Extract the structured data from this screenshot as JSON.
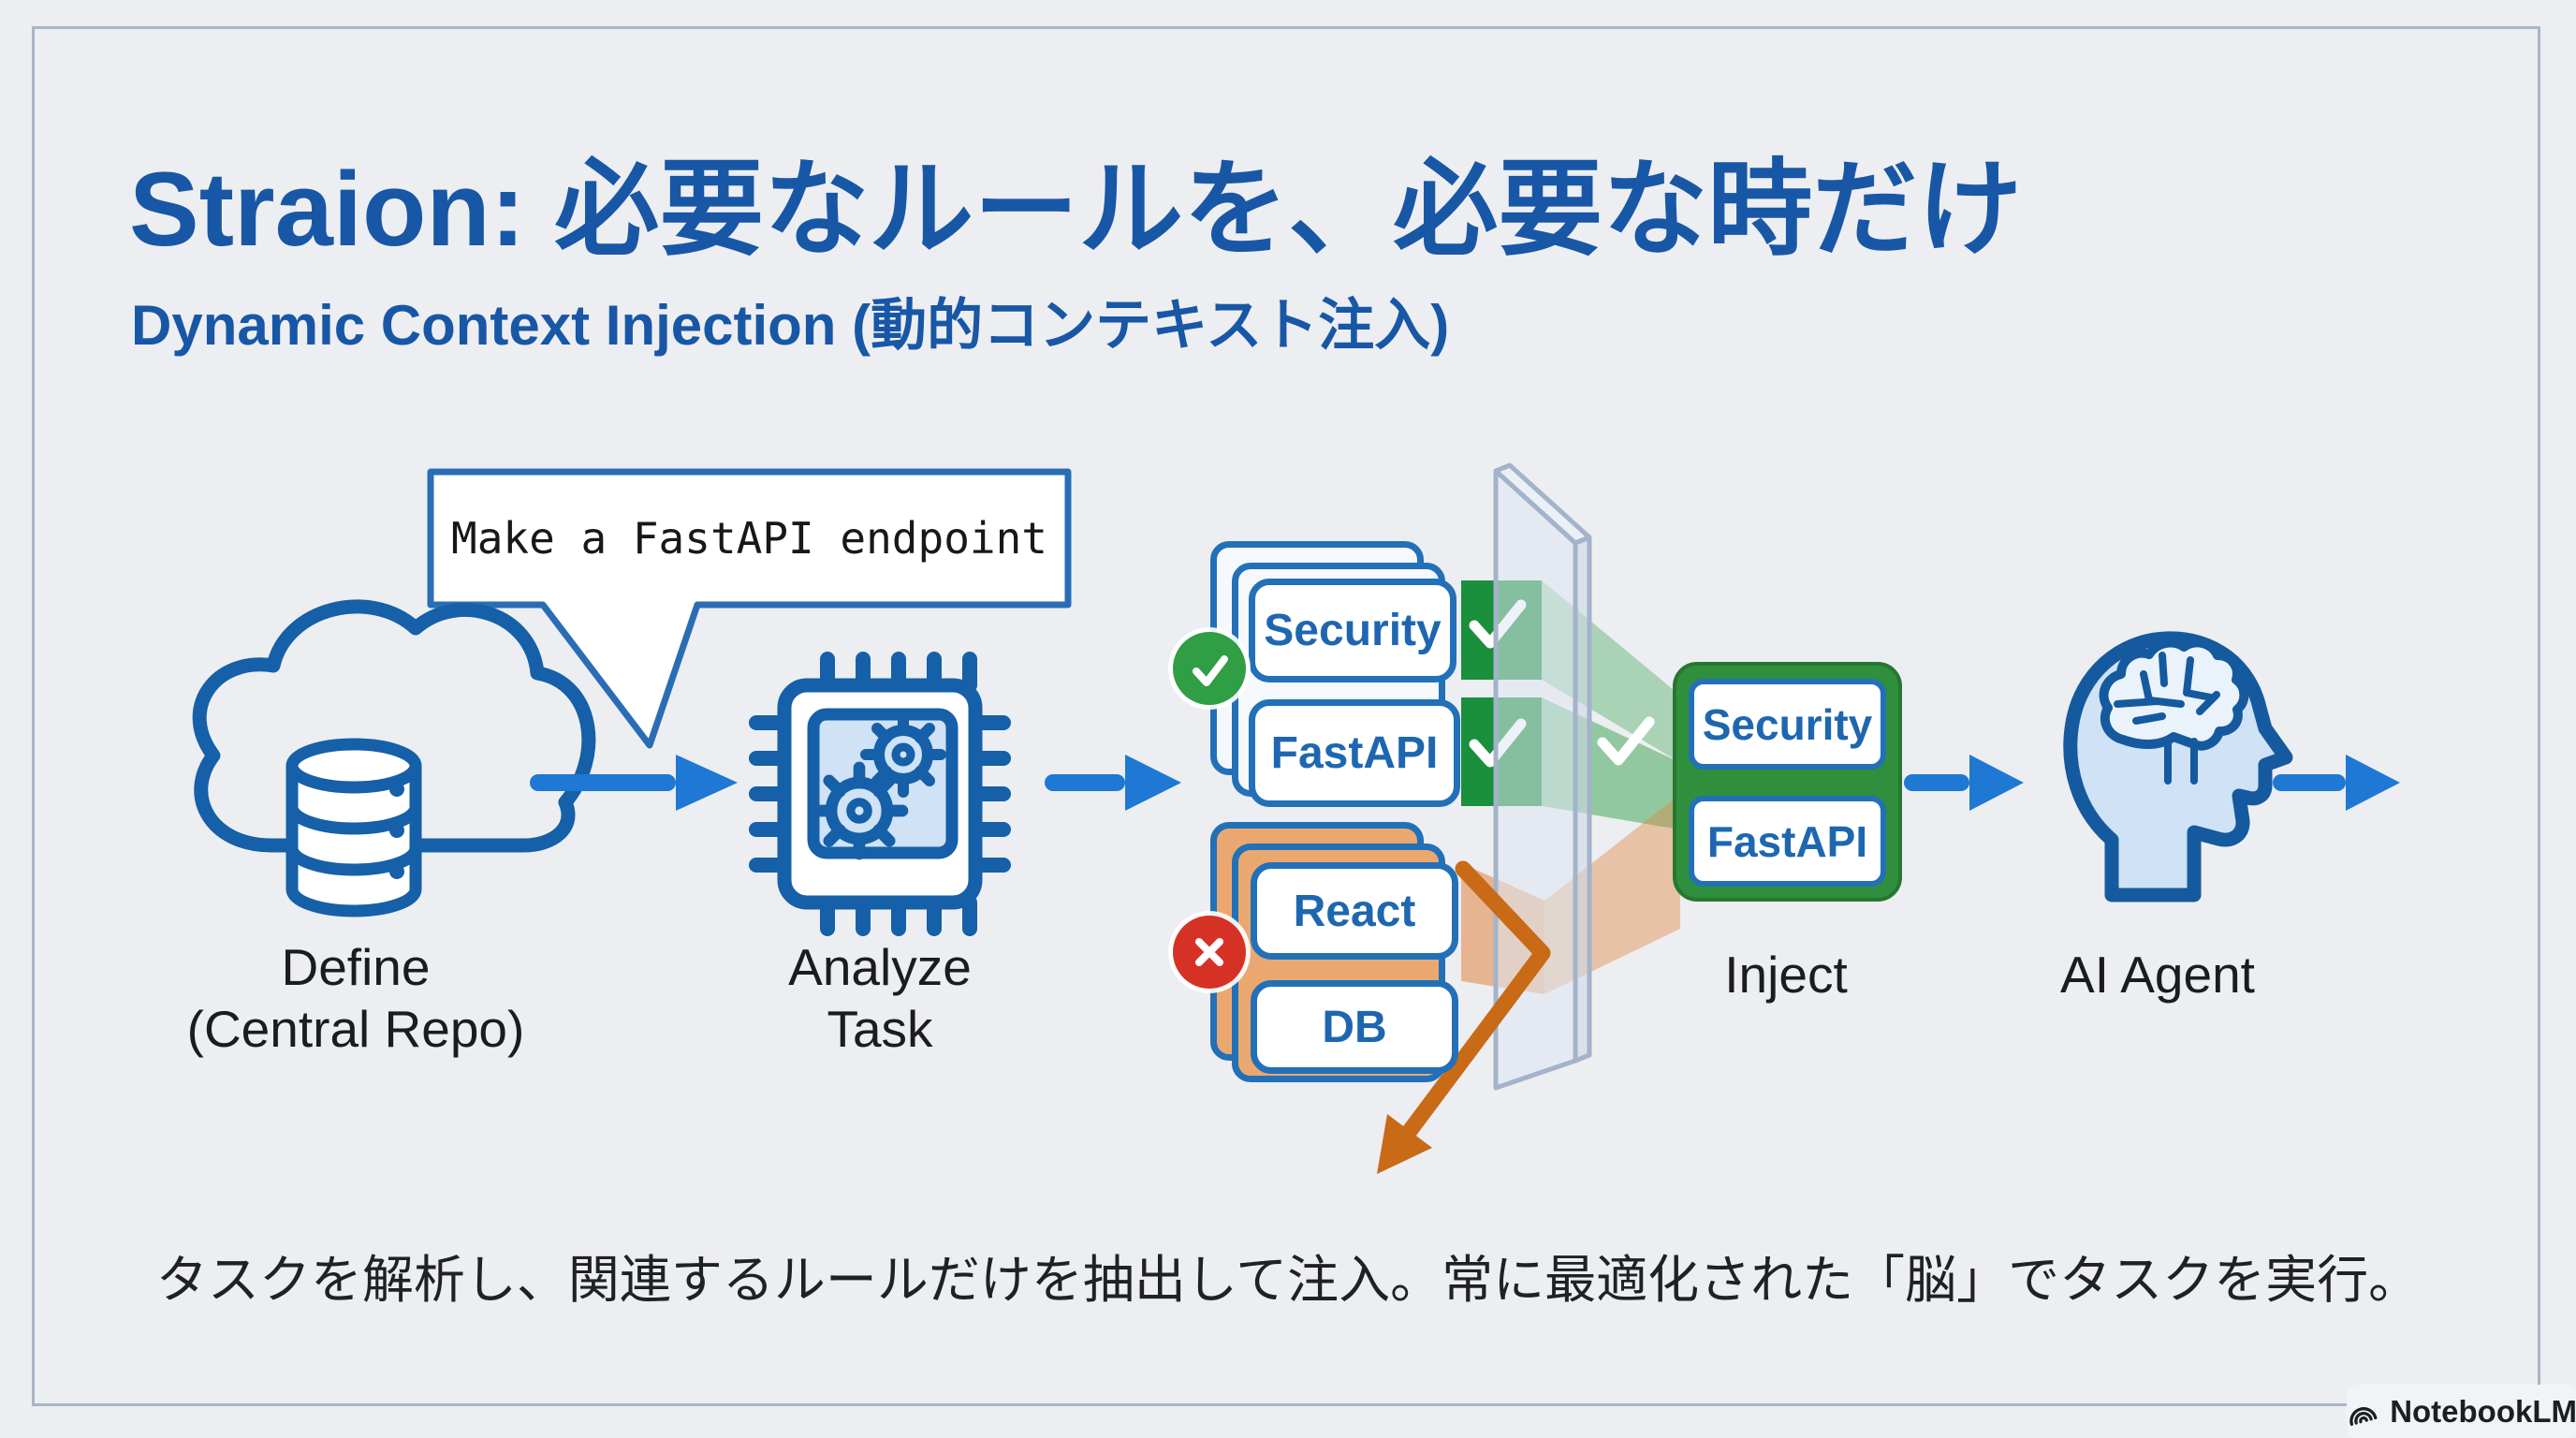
{
  "slide": {
    "title": "Straion: 必要なルールを、必要な時だけ",
    "subtitle": "Dynamic Context Injection (動的コンテキスト注入)",
    "caption": "タスクを解析し、関連するルールだけを抽出して注入。常に最適化された「脳」でタスクを実行。",
    "watermark": "NotebookLM"
  },
  "bubble": {
    "text": "Make a FastAPI endpoint"
  },
  "nodes": {
    "define": {
      "line1": "Define",
      "line2": "(Central Repo)"
    },
    "analyze": {
      "line1": "Analyze",
      "line2": "Task"
    },
    "inject": {
      "label": "Inject"
    },
    "agent": {
      "label": "AI Agent"
    }
  },
  "rules": {
    "matched": [
      "Security",
      "FastAPI"
    ],
    "rejected": [
      "React",
      "DB"
    ],
    "injected": [
      "Security",
      "FastAPI"
    ]
  },
  "colors": {
    "title_blue": "#1857a6",
    "arrow_blue": "#1f78d3",
    "icon_blue": "#1560a8",
    "match_green": "#1a8f3c",
    "inject_green": "#2f8f3d",
    "reject_red": "#d63125",
    "deflect_orange": "#c96a17"
  }
}
